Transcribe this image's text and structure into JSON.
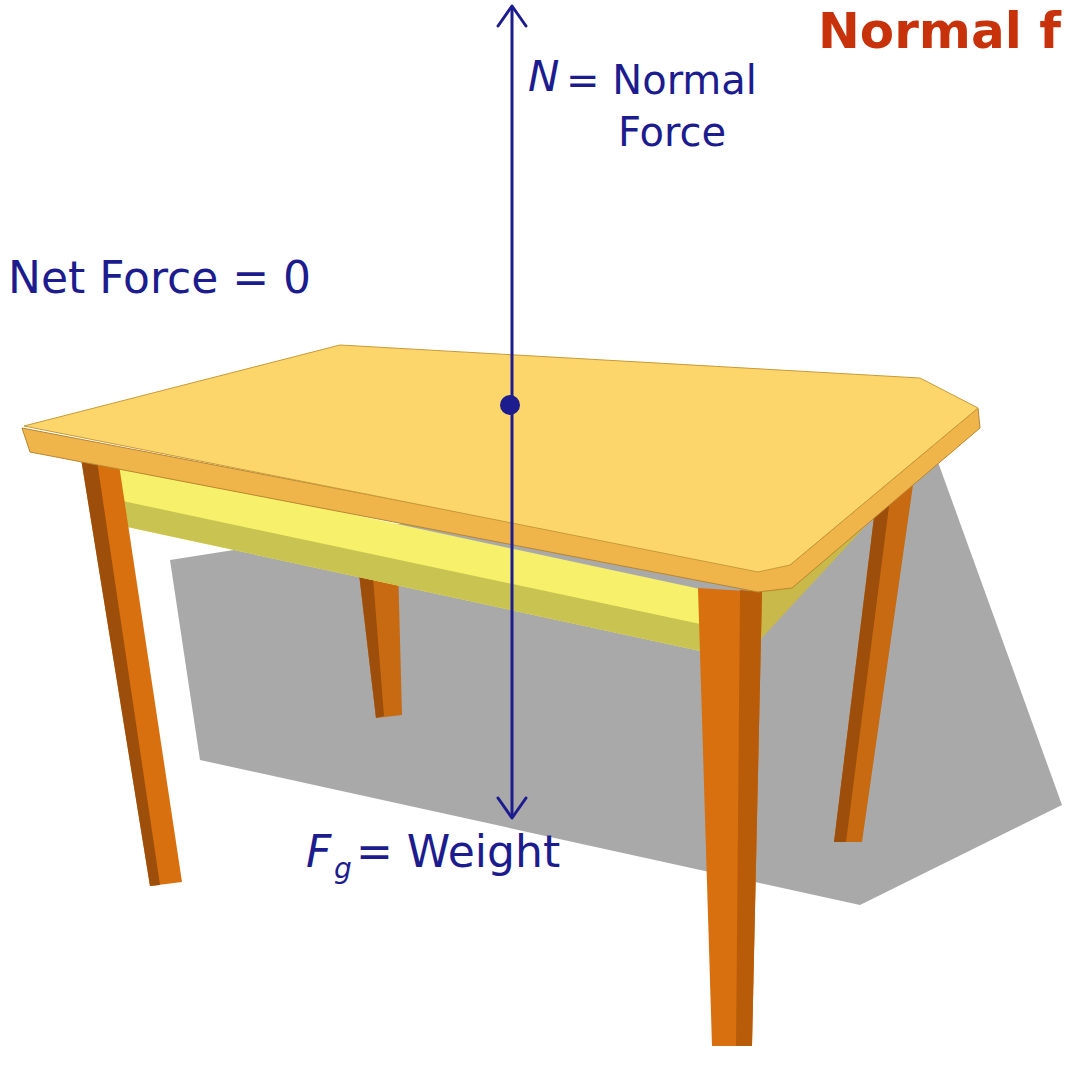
{
  "diagram": {
    "title": "Normal f",
    "labels": [
      "N",
      "= Normal Force",
      "Net Force = 0",
      "F",
      "g",
      "= Weight"
    ]
  }
}
